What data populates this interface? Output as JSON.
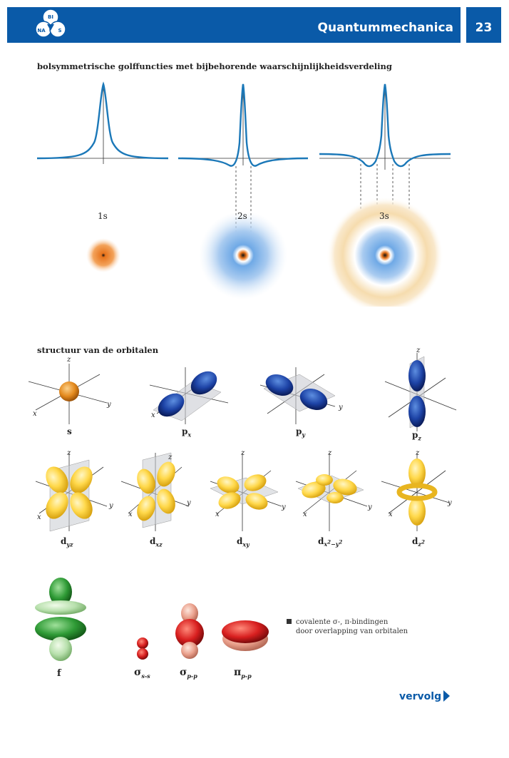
{
  "header": {
    "logo_letters": {
      "top": "BI",
      "left": "NA",
      "right": "S"
    },
    "title": "Quantummechanica",
    "page_number": "23",
    "accent_color": "#0a5aa8"
  },
  "section1": {
    "heading": "bolsymmetrische golffuncties met bijbehorende waarschijnlijkheidsverdeling",
    "labels": [
      "1s",
      "2s",
      "3s"
    ]
  },
  "section2": {
    "heading": "structuur van de orbitalen",
    "axes": {
      "x": "x",
      "y": "y",
      "z": "z"
    },
    "p_labels": {
      "s": "s",
      "p": "p",
      "px_sub": "x",
      "py_sub": "y",
      "pz_sub": "z"
    },
    "d_labels": {
      "d": "d",
      "dyz_sub": "yz",
      "dxz_sub": "xz",
      "dxy_sub": "xy",
      "dx2y2_sub_a": "x",
      "dx2y2_sup_a": "2",
      "dx2y2_sub_b": "−y",
      "dx2y2_sup_b": "2",
      "dz2_sub": "z",
      "dz2_sup": "2"
    }
  },
  "section3": {
    "f_label": "f",
    "sigma_ss": {
      "symbol": "σ",
      "sub": "s-s"
    },
    "sigma_pp": {
      "symbol": "σ",
      "sub": "p-p"
    },
    "pi_pp": {
      "symbol": "π",
      "sub": "p-p"
    },
    "note_line1": "covalente σ-, π-bindingen",
    "note_line2": "door overlapping van orbitalen"
  },
  "footer": {
    "next_label": "vervolg"
  },
  "icons": [
    "logo-icon",
    "next-arrow-icon"
  ]
}
